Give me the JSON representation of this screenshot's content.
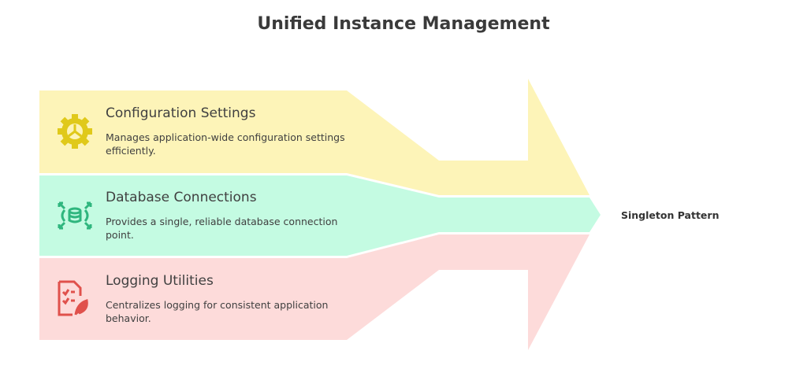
{
  "title": "Unified Instance Management",
  "target": "Singleton Pattern",
  "colors": {
    "yellow": "#fdf4b8",
    "green": "#c4fbe2",
    "red": "#fddbda",
    "yellow_icon": "#e0c91a",
    "green_icon": "#2fb67e",
    "red_icon": "#e0514c"
  },
  "items": [
    {
      "title": "Configuration Settings",
      "description": "Manages application-wide configuration settings efficiently.",
      "icon": "gear-icon"
    },
    {
      "title": "Database Connections",
      "description": "Provides a single, reliable database connection point.",
      "icon": "database-connection-icon"
    },
    {
      "title": "Logging Utilities",
      "description": "Centralizes logging for consistent application behavior.",
      "icon": "log-document-icon"
    }
  ]
}
